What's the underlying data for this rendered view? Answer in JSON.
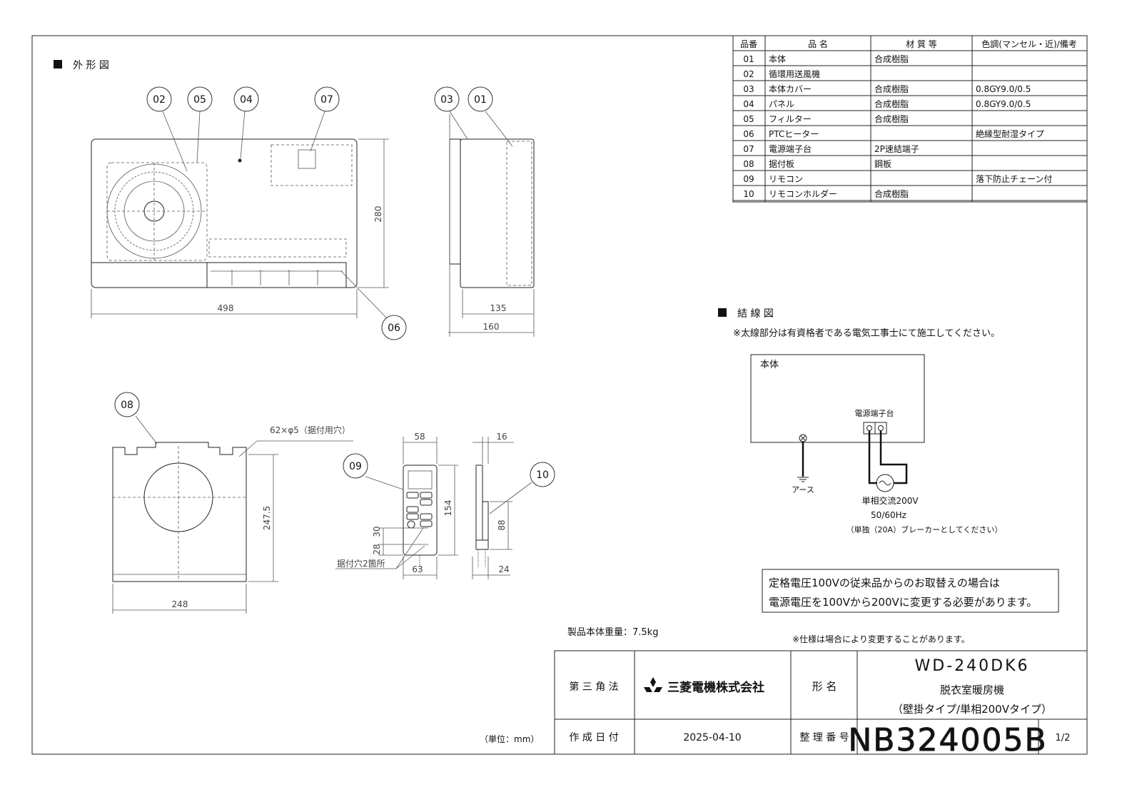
{
  "sections": {
    "outline_title": "外 形 図",
    "wiring_title": "結 線 図"
  },
  "parts_table": {
    "headers": [
      "品番",
      "品 名",
      "材 質 等",
      "色調(マンセル・近)/備考"
    ],
    "rows": [
      [
        "01",
        "本体",
        "合成樹脂",
        ""
      ],
      [
        "02",
        "循環用送風機",
        "",
        ""
      ],
      [
        "03",
        "本体カバー",
        "合成樹脂",
        "0.8GY9.0/0.5"
      ],
      [
        "04",
        "パネル",
        "合成樹脂",
        "0.8GY9.0/0.5"
      ],
      [
        "05",
        "フィルター",
        "合成樹脂",
        ""
      ],
      [
        "06",
        "PTCヒーター",
        "",
        "絶縁型耐湿タイプ"
      ],
      [
        "07",
        "電源端子台",
        "2P速結端子",
        ""
      ],
      [
        "08",
        "据付板",
        "鋼板",
        ""
      ],
      [
        "09",
        "リモコン",
        "",
        "落下防止チェーン付"
      ],
      [
        "10",
        "リモコンホルダー",
        "合成樹脂",
        ""
      ]
    ]
  },
  "balloons": [
    "02",
    "05",
    "04",
    "07",
    "03",
    "01",
    "06",
    "08",
    "09",
    "10"
  ],
  "dimensions": {
    "front_width": "498",
    "front_height": "280",
    "side_depth_body": "135",
    "side_depth_total": "160",
    "plate_width": "248",
    "plate_height": "247.5",
    "plate_holes": "62×φ5（据付用穴）",
    "remote_width": "58",
    "remote_height": "154",
    "remote_bottom_width": "63",
    "remote_hole_a": "28",
    "remote_hole_b": "30",
    "remote_holes_note": "据付穴2箇所",
    "holder_thickness": "16",
    "holder_height": "88",
    "holder_depth": "24"
  },
  "wiring": {
    "note": "※太線部分は有資格者である電気工事士にて施工してください。",
    "body_label": "本体",
    "terminal_label": "電源端子台",
    "ground_label": "アース",
    "power_line1": "単相交流200V",
    "power_line2": "50/60Hz",
    "power_line3": "（単独（20A）ブレーカーとしてください）"
  },
  "notice": {
    "line1": "定格電圧100Vの従来品からのお取替えの場合は",
    "line2": "電源電圧を100Vから200Vに変更する必要があります。"
  },
  "weight": "製品本体重量：7.5kg",
  "spec_note": "※仕様は場合により変更することがあります。",
  "unit": "（単位：mm）",
  "title_block": {
    "projection": "第 三 角 法",
    "company": "三菱電機株式会社",
    "model_label": "形  名",
    "model": "WD-240DK6",
    "product_name": "脱衣室暖房機",
    "product_sub": "（壁掛タイプ/単相200Vタイプ）",
    "date_label": "作 成 日 付",
    "date": "2025-04-10",
    "number_label": "整 理 番 号",
    "number": "NB324005B",
    "page": "1/2"
  }
}
